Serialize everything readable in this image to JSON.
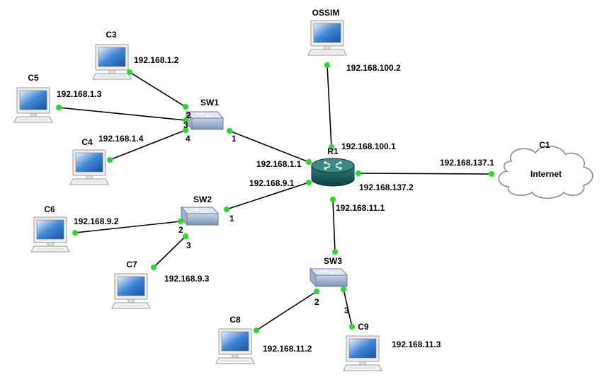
{
  "colors": {
    "link": "#000000",
    "port_dot": "#22dd22",
    "router": "#1f5f5f",
    "switch": "#8ea4c4",
    "cloud": "#ffffff"
  },
  "nodes": {
    "ossim": {
      "name": "OSSIM",
      "icon": "computer-icon"
    },
    "c3": {
      "name": "C3",
      "icon": "computer-icon"
    },
    "c5": {
      "name": "C5",
      "icon": "computer-icon"
    },
    "c4": {
      "name": "C4",
      "icon": "computer-icon"
    },
    "c6": {
      "name": "C6",
      "icon": "computer-icon"
    },
    "c7": {
      "name": "C7",
      "icon": "computer-icon"
    },
    "c8": {
      "name": "C8",
      "icon": "computer-icon"
    },
    "c9": {
      "name": "C9",
      "icon": "computer-icon"
    },
    "sw1": {
      "name": "SW1",
      "icon": "switch-icon"
    },
    "sw2": {
      "name": "SW2",
      "icon": "switch-icon"
    },
    "sw3": {
      "name": "SW3",
      "icon": "switch-icon"
    },
    "r1": {
      "name": "R1",
      "icon": "router-icon"
    },
    "c1": {
      "name": "C1",
      "icon": "cloud-icon",
      "cloud_text": "Internet"
    }
  },
  "addresses": {
    "ossim": "192.168.100.2",
    "r1_ossim": "192.168.100.1",
    "c3": "192.168.1.2",
    "c5": "192.168.1.3",
    "c4": "192.168.1.4",
    "r1_sw1": "192.168.1.1",
    "r1_sw2": "192.168.9.1",
    "r1_c1": "192.168.137.2",
    "c1": "192.168.137.1",
    "r1_sw3": "192.168.11.1",
    "c6": "192.168.9.2",
    "c7": "192.168.9.3",
    "c8": "192.168.11.2",
    "c9": "192.168.11.3"
  },
  "ports": {
    "sw1_c3": "2",
    "sw1_c5": "3",
    "sw1_c4": "4",
    "sw1_r1": "1",
    "sw2_r1": "1",
    "sw2_c6": "2",
    "sw2_c7": "3",
    "sw3_c8": "2",
    "sw3_c9": "3"
  }
}
